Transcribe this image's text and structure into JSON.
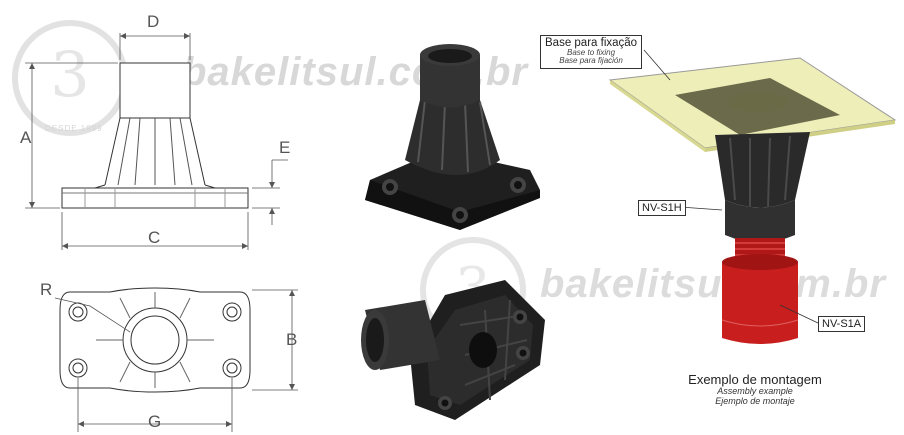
{
  "dimensions": {
    "A": "A",
    "B": "B",
    "C": "C",
    "D": "D",
    "E": "E",
    "G": "G",
    "R": "R"
  },
  "watermark": {
    "text_top": "bakelitsul.com.br",
    "text_bottom": "bakelitsul.com.br",
    "seal_text": "DESDE 1999"
  },
  "callouts": {
    "base_title": "Base para fixação",
    "base_en": "Base to fixing",
    "base_es": "Base para fijación",
    "part_h": "NV-S1H",
    "part_a": "NV-S1A"
  },
  "caption": {
    "title": "Exemplo de montagem",
    "en": "Assembly example",
    "es": "Ejemplo de montaje"
  },
  "colors": {
    "plate": "#e8e8a0",
    "part_black": "#2a2a2a",
    "part_red": "#c81e1e",
    "line": "#333333"
  }
}
